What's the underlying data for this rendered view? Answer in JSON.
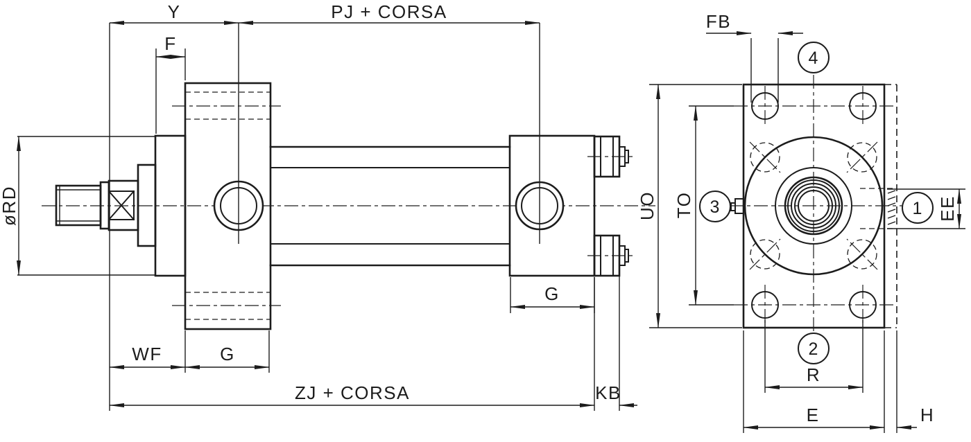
{
  "drawing_labels": {
    "y": "Y",
    "pj_corsa": "PJ + CORSA",
    "f": "F",
    "rod_diameter": "øRD",
    "wf": "WF",
    "g_front": "G",
    "zj_corsa": "ZJ + CORSA",
    "g_rear": "G",
    "kb": "KB",
    "fb": "FB",
    "uo": "UO",
    "to": "TO",
    "ee": "EE",
    "r": "R",
    "e": "E",
    "h": "H"
  },
  "balloons": {
    "item1": "1",
    "item2": "2",
    "item3": "3",
    "item4": "4"
  },
  "colors": {
    "line": "#1c1c1c",
    "background": "#ffffff"
  }
}
